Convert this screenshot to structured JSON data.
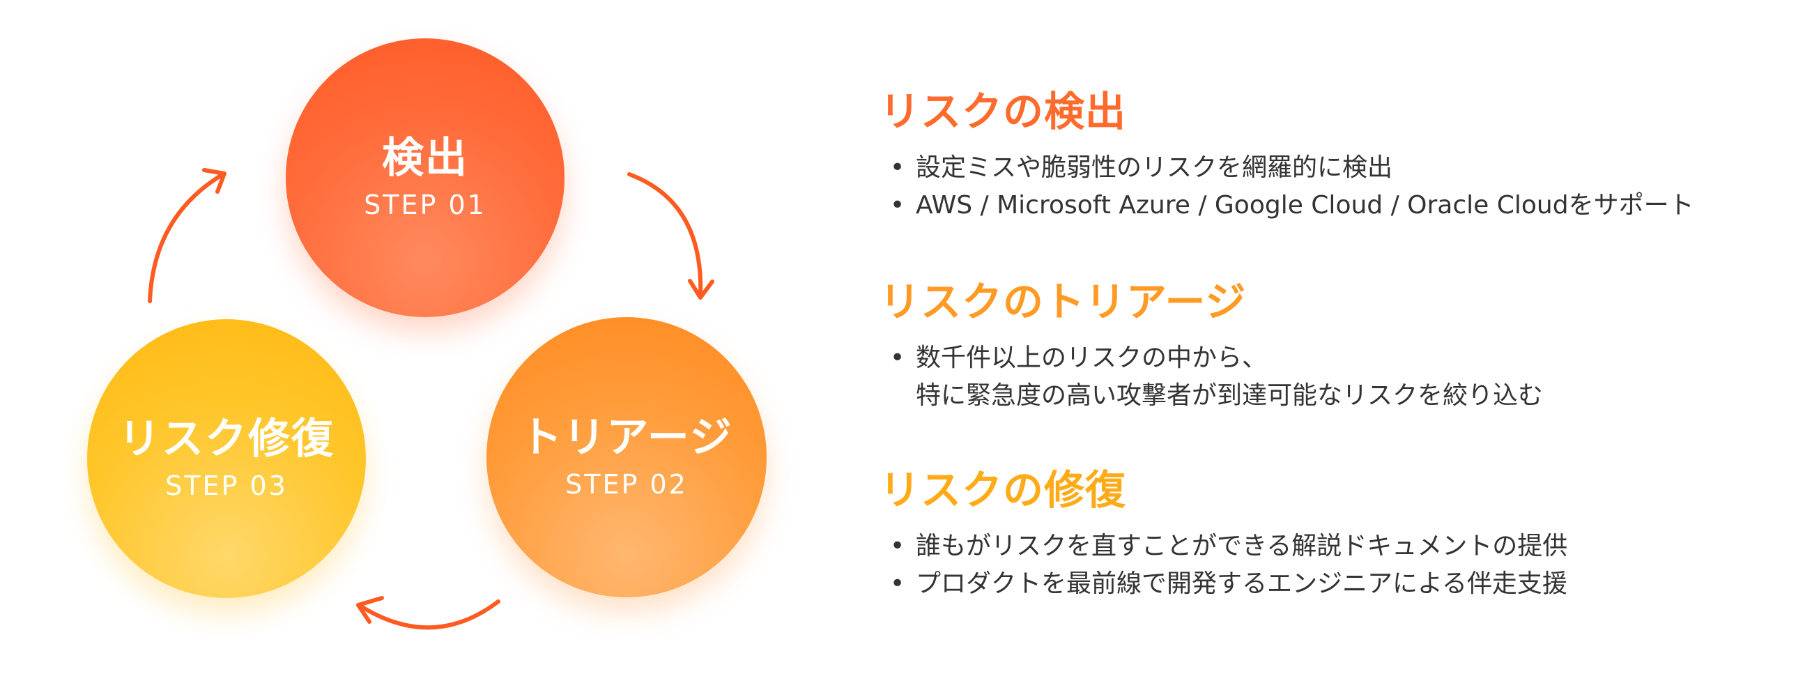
{
  "colors": {
    "step1": "#ff6b2c",
    "step2": "#ff9b25",
    "step3": "#ffab18",
    "arrow": "#ff5a1f",
    "text": "#333333"
  },
  "cycle": {
    "steps": [
      {
        "title": "検出",
        "step": "STEP 01"
      },
      {
        "title": "トリアージ",
        "step": "STEP 02"
      },
      {
        "title": "リスク修復",
        "step": "STEP 03"
      }
    ]
  },
  "sections": [
    {
      "title": "リスクの検出",
      "bullets": [
        [
          "設定ミスや脆弱性のリスクを網羅的に検出"
        ],
        [
          "AWS / Microsoft Azure / Google Cloud / Oracle Cloudをサポート"
        ]
      ]
    },
    {
      "title": "リスクのトリアージ",
      "bullets": [
        [
          "数千件以上のリスクの中から、",
          "特に緊急度の高い攻撃者が到達可能なリスクを絞り込む"
        ]
      ]
    },
    {
      "title": "リスクの修復",
      "bullets": [
        [
          "誰もがリスクを直すことができる解説ドキュメントの提供"
        ],
        [
          "プロダクトを最前線で開発するエンジニアによる伴走支援"
        ]
      ]
    }
  ]
}
